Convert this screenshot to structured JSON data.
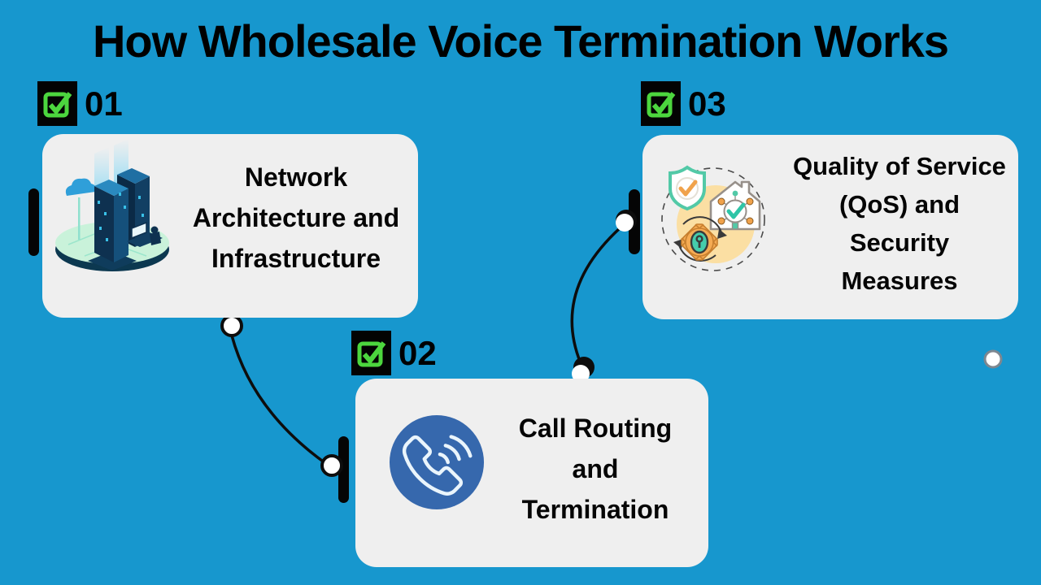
{
  "title": "How Wholesale Voice Termination Works",
  "colors": {
    "background": "#1797CE",
    "card_fill": "#EFEFEF",
    "badge_fill": "#030303",
    "check_green": "#4CD63E",
    "phone_circle_blue": "#3668AD",
    "connector_black": "#0D0D0D",
    "text_black": "#050505"
  },
  "steps": [
    {
      "number": "01",
      "title": "Network Architecture and Infrastructure",
      "lines": [
        "Network",
        "Architecture and",
        "Infrastructure"
      ],
      "icon": "server-infrastructure-illustration"
    },
    {
      "number": "02",
      "title": "Call Routing and Termination",
      "lines": [
        "Call Routing",
        "and",
        "Termination"
      ],
      "icon": "phone-call-icon"
    },
    {
      "number": "03",
      "title": "Quality of Service (QoS) and Security Measures",
      "lines": [
        "Quality of Service",
        "(QoS) and",
        "Security",
        "Measures"
      ],
      "icon": "qos-security-illustration"
    }
  ]
}
